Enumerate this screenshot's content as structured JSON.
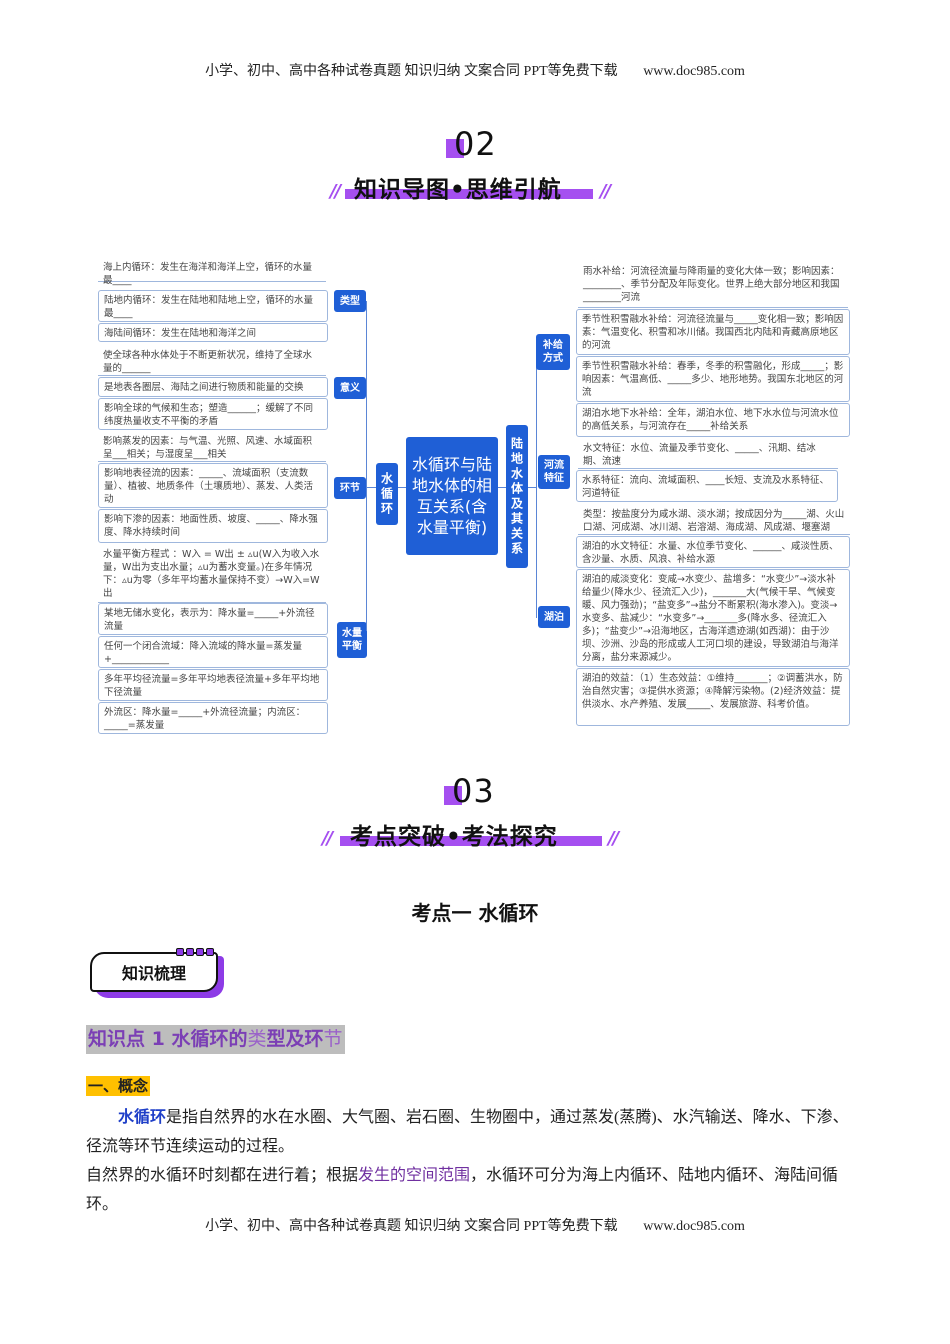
{
  "header": {
    "text": "小学、初中、高中各种试卷真题  知识归纳  文案合同  PPT等免费下载",
    "url": "www.doc985.com"
  },
  "footer": {
    "text": "小学、初中、高中各种试卷真题  知识归纳  文案合同  PPT等免费下载",
    "url": "www.doc985.com"
  },
  "section02": {
    "number": "02",
    "title": "知识导图•思维引航",
    "slashes": "//"
  },
  "section03": {
    "number": "03",
    "title": "考点突破•考法探究",
    "slashes": "//"
  },
  "mindmap": {
    "center": "水循环与陆地水体的相互关系(含水量平衡)",
    "left_branch": "水循环",
    "right_branch": "陆地水体及其关系",
    "left": {
      "types": {
        "label": "类型",
        "items": [
          "海上内循环：发生在海洋和海洋上空，循环的水量最____",
          "陆地内循环：发生在陆地和陆地上空，循环的水量最____",
          "海陆间循环：发生在陆地和海洋之间"
        ]
      },
      "significance": {
        "label": "意义",
        "items": [
          "使全球各种水体处于不断更新状况，维持了全球水量的______",
          "是地表各圈层、海陆之间进行物质和能量的交换",
          "影响全球的气候和生态；塑造______；缓解了不同纬度热量收支不平衡的矛盾"
        ]
      },
      "links": {
        "label": "环节",
        "items": [
          "影响蒸发的因素：与气温、光照、风速、水域面积呈___相关；与湿度呈___相关",
          "影响地表径流的因素：_____、流域面积（支流数量）、植被、地质条件（土壤质地）、蒸发、人类活动",
          "影响下渗的因素：地面性质、坡度、_____、降水强度、降水持续时间"
        ]
      },
      "balance": {
        "label": "水量平衡",
        "items": [
          "水量平衡方程式 ：W入 = W出 ± ▵u(W入为收入水量，W出为支出水量；▵u为蓄水变量。)在多年情况下：▵u为零（多年平均蓄水量保持不变）→W入=W出",
          "某地无储水变化，表示为：降水量=_____+外流径流量",
          "任何一个闭合流域：降入流域的降水量=蒸发量+____________",
          "多年平均径流量=多年平均地表径流量+多年平均地下径流量",
          "外流区：降水量=_____+外流径流量；内流区：_____=蒸发量"
        ]
      }
    },
    "right": {
      "supply": {
        "label": "补给方式",
        "items": [
          "雨水补给：河流径流量与降雨量的变化大体一致；影响因素：________、季节分配及年际变化。世界上绝大部分地区和我国________河流",
          "季节性积雪融水补给：河流径流量与_____变化相一致；影响因素：气温变化、积雪和冰川储。我国西北内陆和青藏高原地区的河流",
          "季节性积雪融水补给：春季，冬季的积雪融化，形成_____；影响因素：气温高低、_____多少、地形地势。我国东北地区的河流",
          "湖泊水地下水补给：全年，湖泊水位、地下水水位与河流水位的高低关系，与河流存在_____补给关系"
        ]
      },
      "river": {
        "label": "河流特征",
        "items": [
          "水文特征：水位、流量及季节变化、_____、汛期、结冰期、流速",
          "水系特征：流向、流域面积、____长短、支流及水系特征、河道特征"
        ]
      },
      "lake": {
        "label": "湖泊",
        "items": [
          "类型：按盐度分为咸水湖、淡水湖；按成因分为_____湖、火山口湖、河成湖、冰川湖、岩溶湖、海成湖、风成湖、堰塞湖",
          "湖泊的水文特征：水量、水位季节变化、______、咸淡性质、含沙量、水质、风浪、补给水源",
          "湖泊的咸淡变化：变咸→水变少、盐增多：“水变少”→淡水补给量少(降水少、径流汇入少)，_______大(气候干旱、气候变暖、风力强劲)；“盐变多”→盐分不断累积(海水渗入)。变淡→水变多、盐减少：“水变多”→_______多(降水多、径流汇入多)；“盐变少”→沿海地区，古海洋遗迹湖(如西湖)：由于沙坝、沙洲、沙岛的形成或人工河口坝的建设，导致湖泊与海洋分离，盐分来源减少。",
          "湖泊的效益：（1）生态效益：①维持_______；②调蓄洪水，防治自然灾害；③提供水资源；④降解污染物。(2)经济效益：提供淡水、水产养殖、发展_____、发展旅游、科考价值。"
        ]
      }
    }
  },
  "topic": {
    "heading": "考点一  水循环",
    "tag": "知识梳理",
    "kp_title_bold_1": "知识点 1 水循环的",
    "kp_title_light_1": "类",
    "kp_title_bold_2": "型及环",
    "kp_title_light_2": "节",
    "concept_label": "一、概念",
    "para1_highlight": "水循环",
    "para1_rest": "是指自然界的水在水圈、大气圈、岩石圈、生物圈中，通过蒸发(蒸腾)、水汽输送、降水、下渗、径流等环节连续运动的过程。",
    "para2_pre": "自然界的水循环时刻都在进行着；根据",
    "para2_highlight": "发生的空间范围",
    "para2_post": "，水循环可分为海上内循环、陆地内循环、海陆间循环。"
  },
  "colors": {
    "accent_purple": "#a54ff0",
    "node_blue": "#1f5fd6",
    "box_border": "#9fb7dd",
    "highlight_yellow": "#ffc000"
  }
}
